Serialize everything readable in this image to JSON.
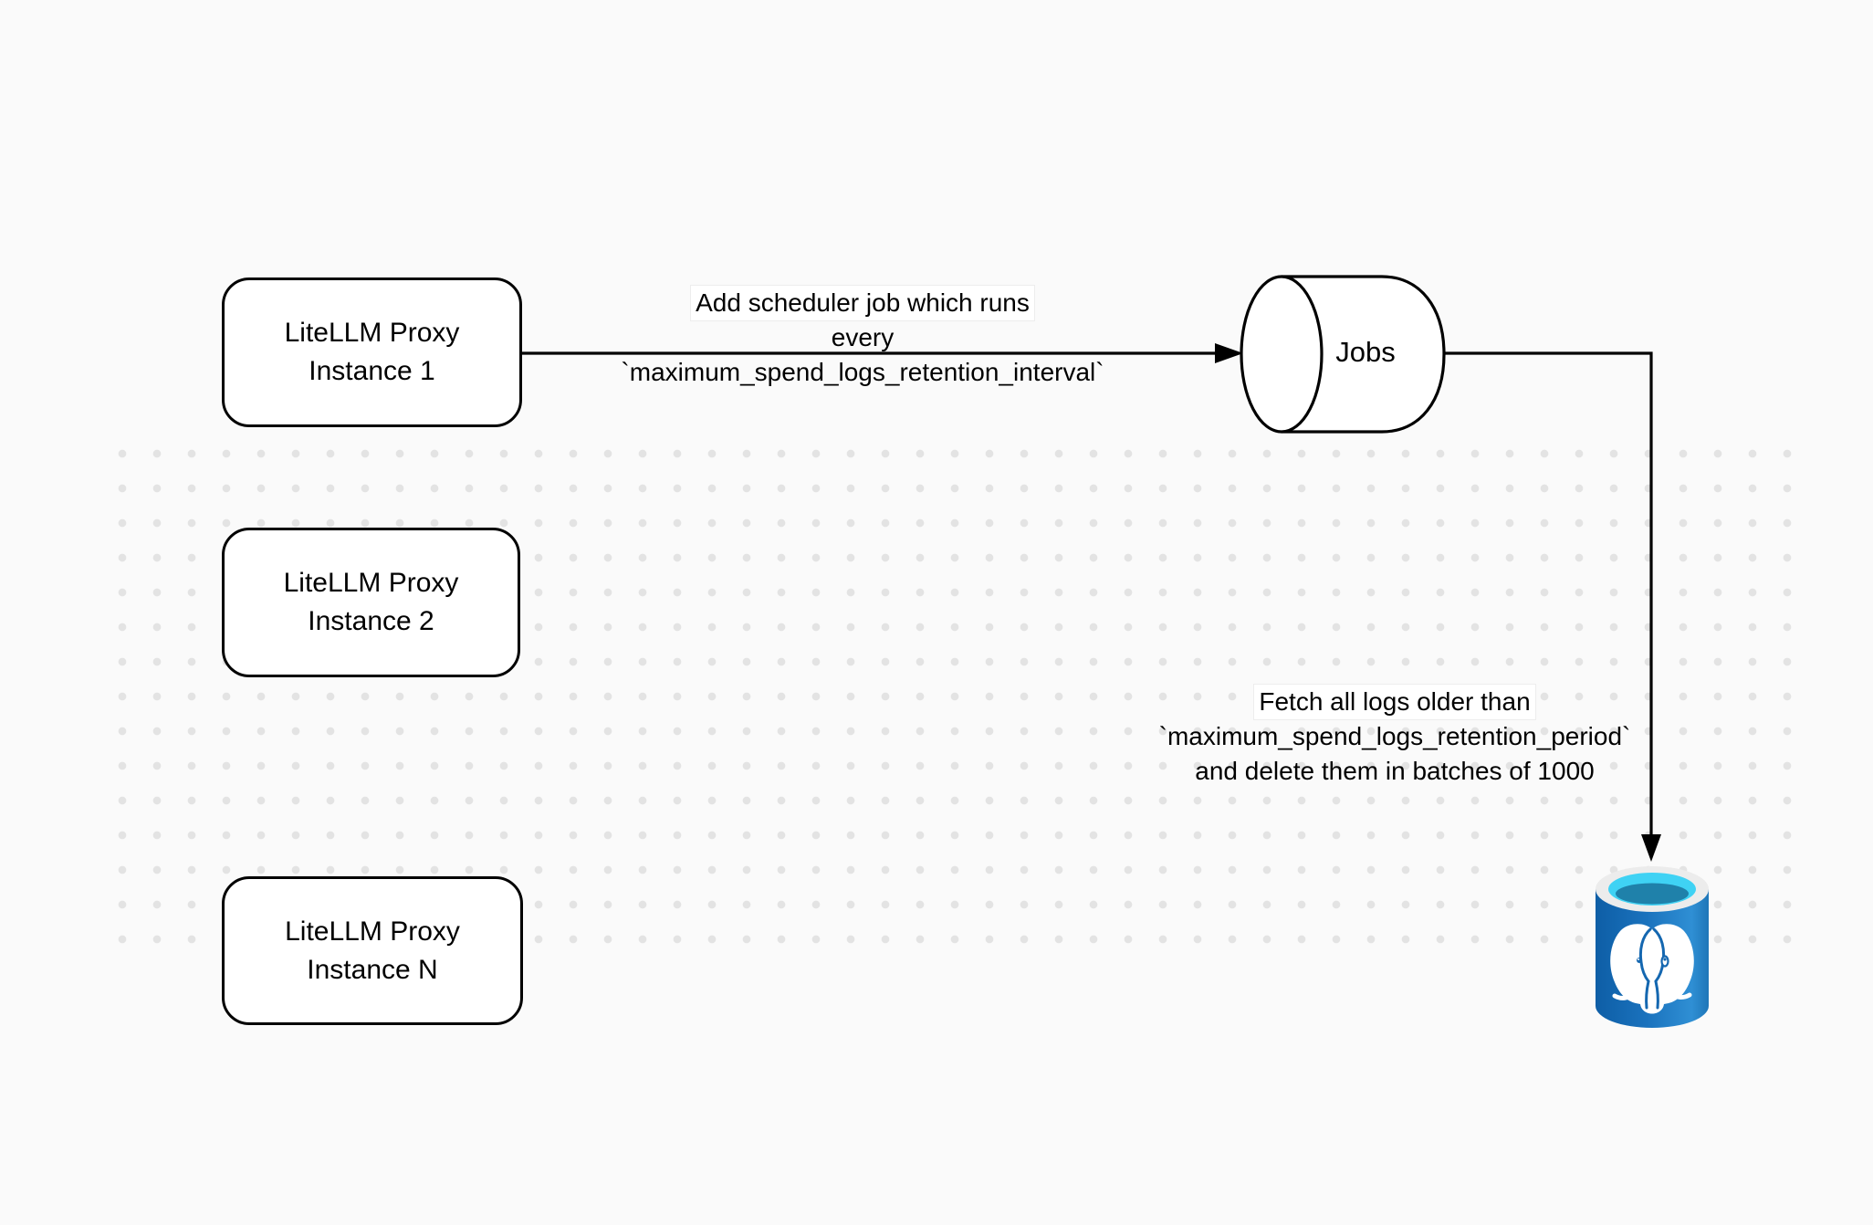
{
  "canvas": {
    "background_color": "#fafafa",
    "dot_grid_color": "#e3e3e3",
    "stroke_color": "#000000"
  },
  "nodes": {
    "proxy1": {
      "lines": [
        "LiteLLM Proxy",
        "Instance 1"
      ]
    },
    "proxy2": {
      "lines": [
        "LiteLLM Proxy",
        "Instance 2"
      ]
    },
    "proxyN": {
      "lines": [
        "LiteLLM Proxy",
        "Instance N"
      ]
    },
    "jobs": {
      "label": "Jobs"
    },
    "postgres": {
      "icon": "postgresql-icon",
      "colors": {
        "body_blue_dark": "#0e5ea6",
        "body_blue": "#1a72bd",
        "body_blue_light": "#2f8fd4",
        "rim": "#ececec",
        "water": "#3fd2f4",
        "water_dark": "#1f81aa",
        "elephant": "#ffffff"
      }
    }
  },
  "labels": {
    "scheduler": {
      "lines": [
        "Add scheduler job which runs",
        "every `maximum_spend_logs_retention_interval`"
      ]
    },
    "fetch": {
      "lines": [
        "Fetch all logs older than",
        "`maximum_spend_logs_retention_period`",
        "and delete them in batches of 1000"
      ]
    }
  }
}
